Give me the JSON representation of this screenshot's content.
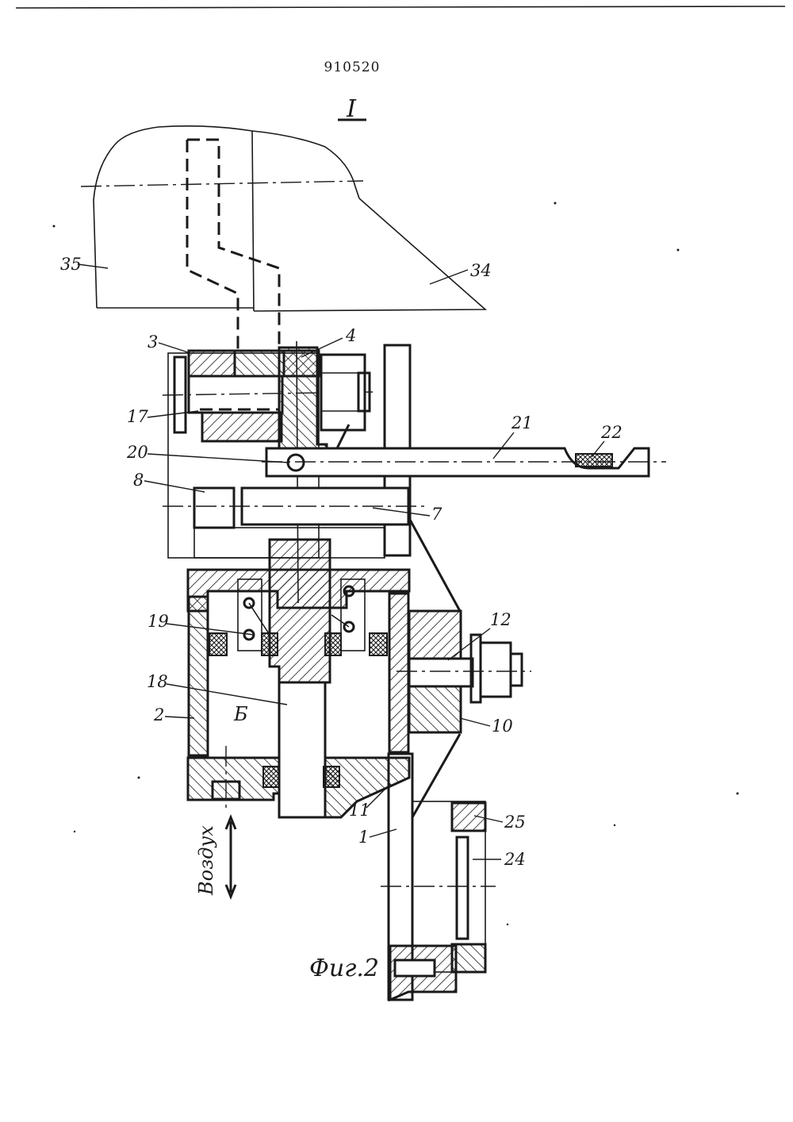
{
  "document_number": "910520",
  "view_label": "I",
  "figure_caption": "Фиг.2",
  "air_label": "Воздух",
  "chamber_label": "Б",
  "callouts": {
    "c1": "1",
    "c2": "2",
    "c3": "3",
    "c4": "4",
    "c7": "7",
    "c8": "8",
    "c10": "10",
    "c11": "11",
    "c12": "12",
    "c17": "17",
    "c18": "18",
    "c19": "19",
    "c20": "20",
    "c21": "21",
    "c22": "22",
    "c24": "24",
    "c25": "25",
    "c34": "34",
    "c35": "35"
  },
  "colors": {
    "ink": "#1a1a1a",
    "paper": "#ffffff"
  }
}
